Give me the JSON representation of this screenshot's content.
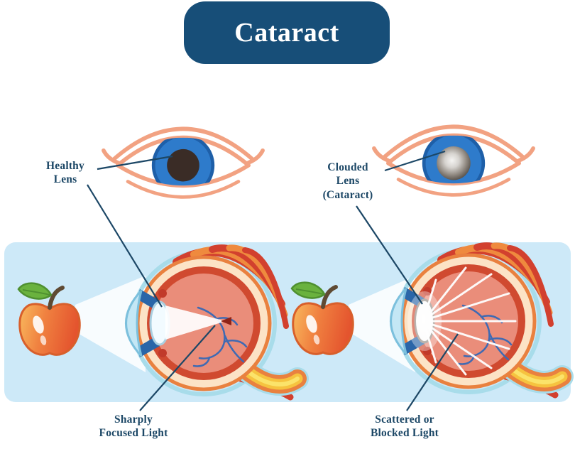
{
  "title": "Cataract",
  "labels": {
    "healthy_lens": "Healthy\nLens",
    "clouded_lens": "Clouded\nLens\n(Cataract)",
    "sharply_focused": "Sharply\nFocused Light",
    "scattered_blocked": "Scattered or\nBlocked Light"
  },
  "palette": {
    "banner_bg": "#174e78",
    "banner_text": "#ffffff",
    "label_text": "#1c4766",
    "band_bg": "#cde9f8",
    "eyelid_salmon": "#f2a282",
    "iris_blue": "#2e7bcb",
    "pupil_dark": "#3a2c26",
    "cloudy_pupil_gray": "#948d85",
    "sclera_cream": "#fce3c6",
    "choroid_red": "#d04a30",
    "retina_pink": "#ea8d7a",
    "vessel_blue": "#3f6ab3",
    "cornea_blue": "#c4e7f5",
    "muscle_red": "#d2402e",
    "muscle_orange": "#ef8a3e",
    "nerve_orange": "#e9813f",
    "nerve_yellow": "#f6c33f",
    "teal_outline": "#a8dcea",
    "apple_orange": "#f08140",
    "leaf_green": "#6ab23e",
    "light_white": "#ffffff"
  }
}
